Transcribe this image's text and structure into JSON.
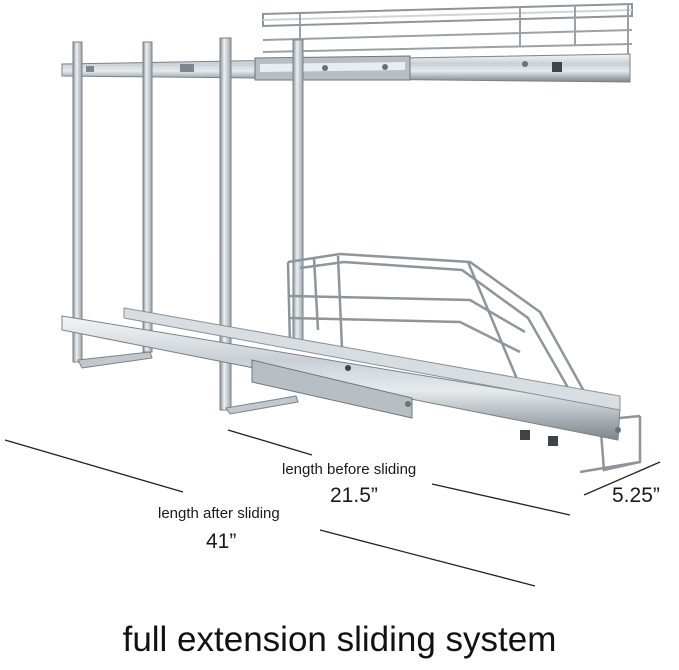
{
  "dimensions": {
    "before_label": "length before sliding",
    "before_value": "21.5”",
    "after_label": "length after sliding",
    "after_value": "41”",
    "depth_value": "5.25”"
  },
  "caption": "full extension sliding system",
  "colors": {
    "chrome_light": "#e8ecef",
    "chrome_mid": "#b8c0c6",
    "chrome_dark": "#6e767c",
    "dimension_line": "#222222"
  }
}
